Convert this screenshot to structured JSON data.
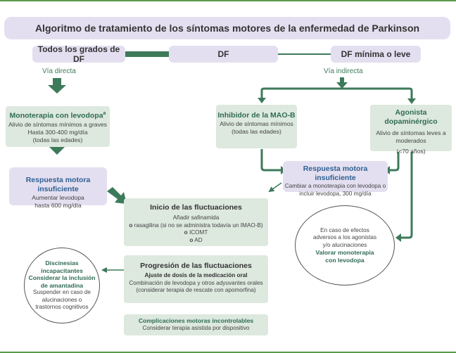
{
  "title": "Algoritmo de tratamiento de los síntomas motores de la enfermedad de Parkinson",
  "scale": {
    "left": "Todos los grados de DF",
    "center": "DF",
    "right": "DF mínima o leve"
  },
  "labels": {
    "direct": "Vía directa",
    "indirect": "Vía indirecta"
  },
  "monotherapy": {
    "title": "Monoterapia con levodopa",
    "superscript": "a",
    "line1": "Alivio de síntomas mínimos a graves",
    "line2": "Hasta 300-400 mg/día",
    "line3": "(todas las edades)"
  },
  "mao": {
    "title": "Inhibidor de la MAO-B",
    "line1": "Alivio de síntomas mínimos",
    "line2": "(todas las edades)"
  },
  "agonist": {
    "title": "Agonista dopaminérgico",
    "line1": "Alivio de síntomas leves a",
    "line2": "moderados",
    "line3": "(<70 años)"
  },
  "resp_left": {
    "title": "Respuesta motora insuficiente",
    "line1": "Aumentar levodopa",
    "line2": "hasta 600 mg/día"
  },
  "resp_right": {
    "title": "Respuesta motora insuficiente",
    "line1": "Cambiar a monoterapia con levodopa o",
    "line2": "incluir levodopa, 300 mg/día"
  },
  "fluct_start": {
    "title": "Inicio de las fluctuaciones",
    "line1": "Añadir safinamida",
    "line2_o": "o",
    "line2": "rasagilina (si no se administra todavía un IMAO-B)",
    "line3_o": "o",
    "line3": "ICOMT",
    "line4_o": "o",
    "line4": "AD"
  },
  "fluct_prog": {
    "title": "Progresión de las fluctuaciones",
    "subtitle": "Ajuste de dosis de la medicación oral",
    "line1": "Combinación de levodopa y otros adyuvantes orales",
    "line2": "(considerar terapia de rescate con apomorfina)"
  },
  "complications": {
    "title": "Complicaciones motoras incontrolables",
    "line1": "Considerar terapia asistida por dispositivo"
  },
  "circle_left": {
    "b1": "Discinesias",
    "b2": "incapacitantes",
    "b3": "Considerar la inclusión",
    "b4": "de amantadina",
    "n1": "Suspender en caso de",
    "n2": "alucinaciones o",
    "n3": "trastornos cognitivos"
  },
  "circle_right": {
    "n1": "En caso de efectos",
    "n2": "adversos a los agonistas",
    "n3": "y/o alucinaciones",
    "b1": "Valorar monoterapia",
    "b2": "con levodopa"
  },
  "colors": {
    "lavender": "#e4dff0",
    "green_box": "#dde8df",
    "arrow_green": "#3d7a5a",
    "title_green": "#2f6b53",
    "title_blue": "#2e6092"
  }
}
